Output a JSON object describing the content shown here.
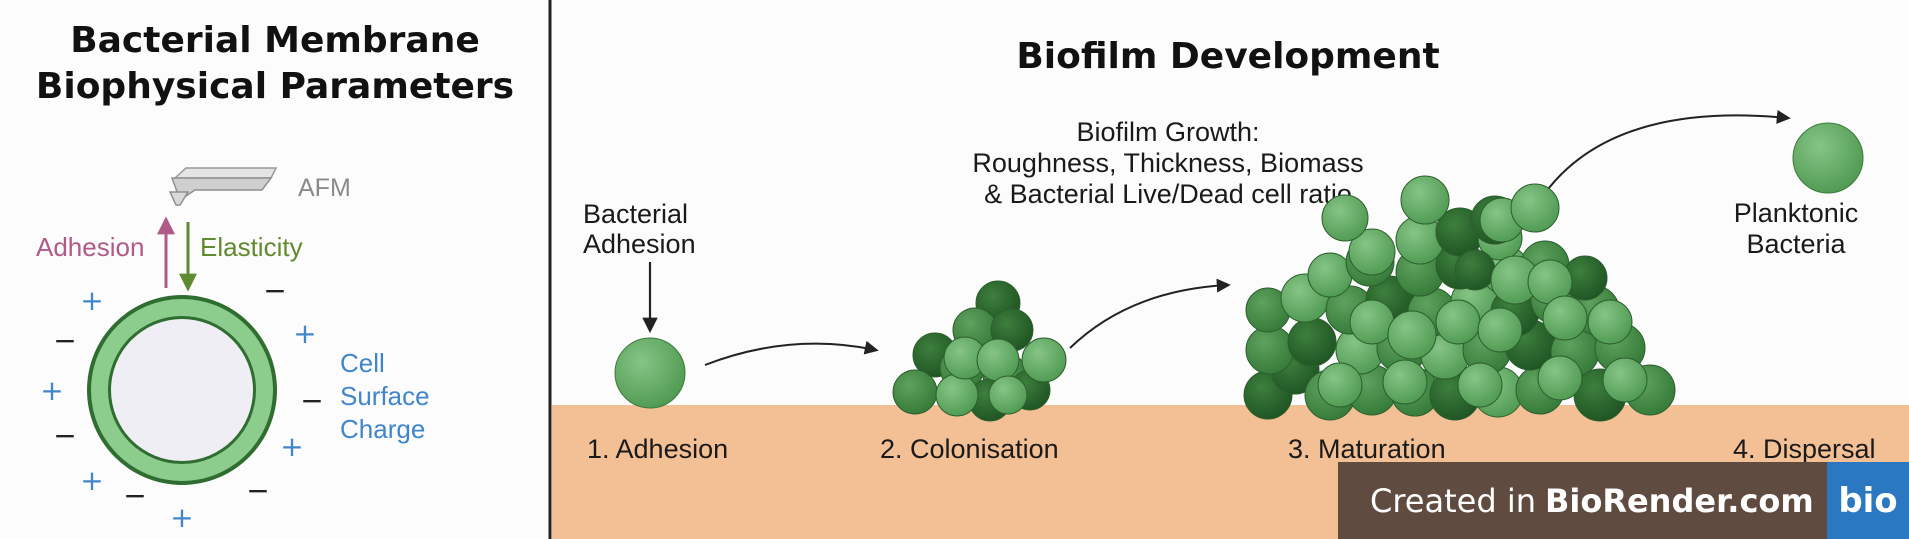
{
  "left_panel": {
    "title_line1": "Bacterial Membrane",
    "title_line2": "Biophysical Parameters",
    "afm_label": "AFM",
    "adhesion_label": "Adhesion",
    "elasticity_label": "Elasticity",
    "charge_label_line1": "Cell",
    "charge_label_line2": "Surface",
    "charge_label_line3": "Charge",
    "plus": "+",
    "minus": "−"
  },
  "right_panel": {
    "title": "Biofilm Development",
    "growth_line1": "Biofilm Growth:",
    "growth_line2": "Roughness, Thickness, Biomass",
    "growth_line3": "& Bacterial Live/Dead cell ratio",
    "bacterial_adhesion_line1": "Bacterial",
    "bacterial_adhesion_line2": "Adhesion",
    "planktonic_line1": "Planktonic",
    "planktonic_line2": "Bacteria",
    "steps": [
      "1.  Adhesion",
      "2. Colonisation",
      "3. Maturation",
      "4. Dispersal"
    ]
  },
  "badge": {
    "prefix": "Created in",
    "brand": "BioRender.com",
    "logo": "bio"
  },
  "colors": {
    "substrate": "#f3bf94",
    "adhesion": "#b05a88",
    "elasticity": "#5f8a2f",
    "charge": "#3f86cc",
    "cell_light": "#6fb36f",
    "cell_dark": "#2e6b2e",
    "badge_bg": "#5f4b40",
    "badge_logo": "#2b78c2"
  }
}
